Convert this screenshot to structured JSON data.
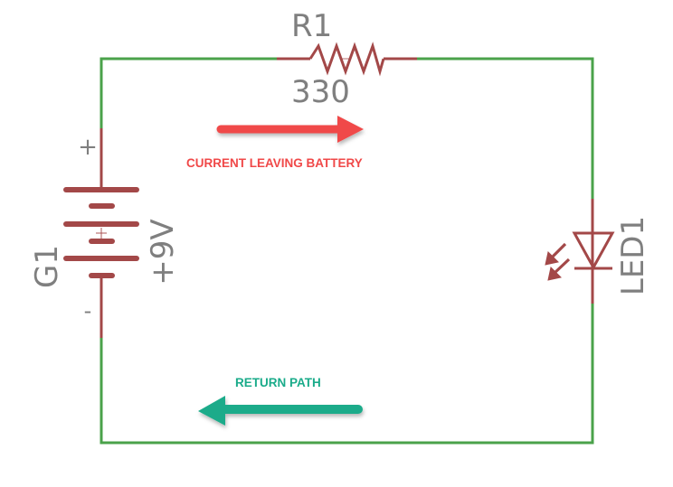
{
  "diagram": {
    "type": "circuit-schematic",
    "colors": {
      "wire": "#4aa24a",
      "component": "#a34848",
      "label": "#7f7f7f",
      "current_arrow": "#f04848",
      "return_arrow": "#1aab8a"
    },
    "components": {
      "resistor": {
        "name": "R1",
        "value": "330"
      },
      "battery": {
        "name": "G1",
        "value": "+9V",
        "plus_sign": "+",
        "minus_sign": "-"
      },
      "led": {
        "name": "LED1"
      }
    },
    "annotations": {
      "current": {
        "label": "CURRENT LEAVING BATTERY",
        "direction": "right"
      },
      "return": {
        "label": "RETURN PATH",
        "direction": "left"
      }
    }
  }
}
